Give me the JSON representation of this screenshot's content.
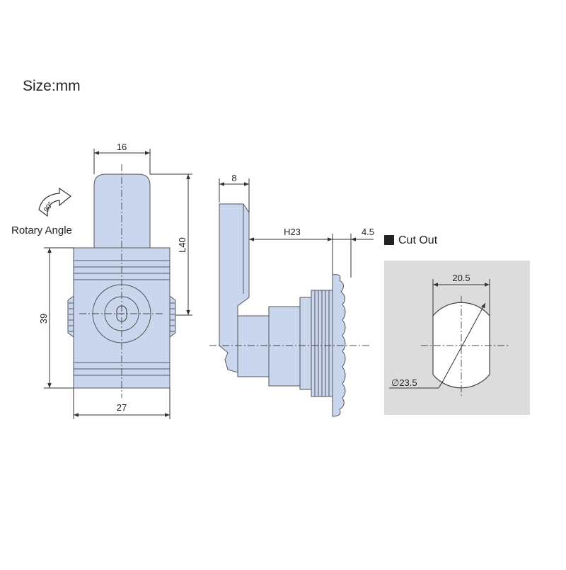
{
  "size_label": "Size:mm",
  "rotary": {
    "label": "Rotary Angle",
    "angle": "90°"
  },
  "front_view": {
    "width_top": "16",
    "height": "39",
    "width_bottom": "27",
    "length": "L40"
  },
  "side_view": {
    "thickness": "8",
    "height_h": "H23",
    "flange": "4.5"
  },
  "cutout": {
    "legend": "Cut Out",
    "width": "20.5",
    "diameter": "∅23.5"
  },
  "colors": {
    "part_fill": "#c9d6ee",
    "cutout_bg": "#dcdcdc",
    "line": "#333333"
  }
}
